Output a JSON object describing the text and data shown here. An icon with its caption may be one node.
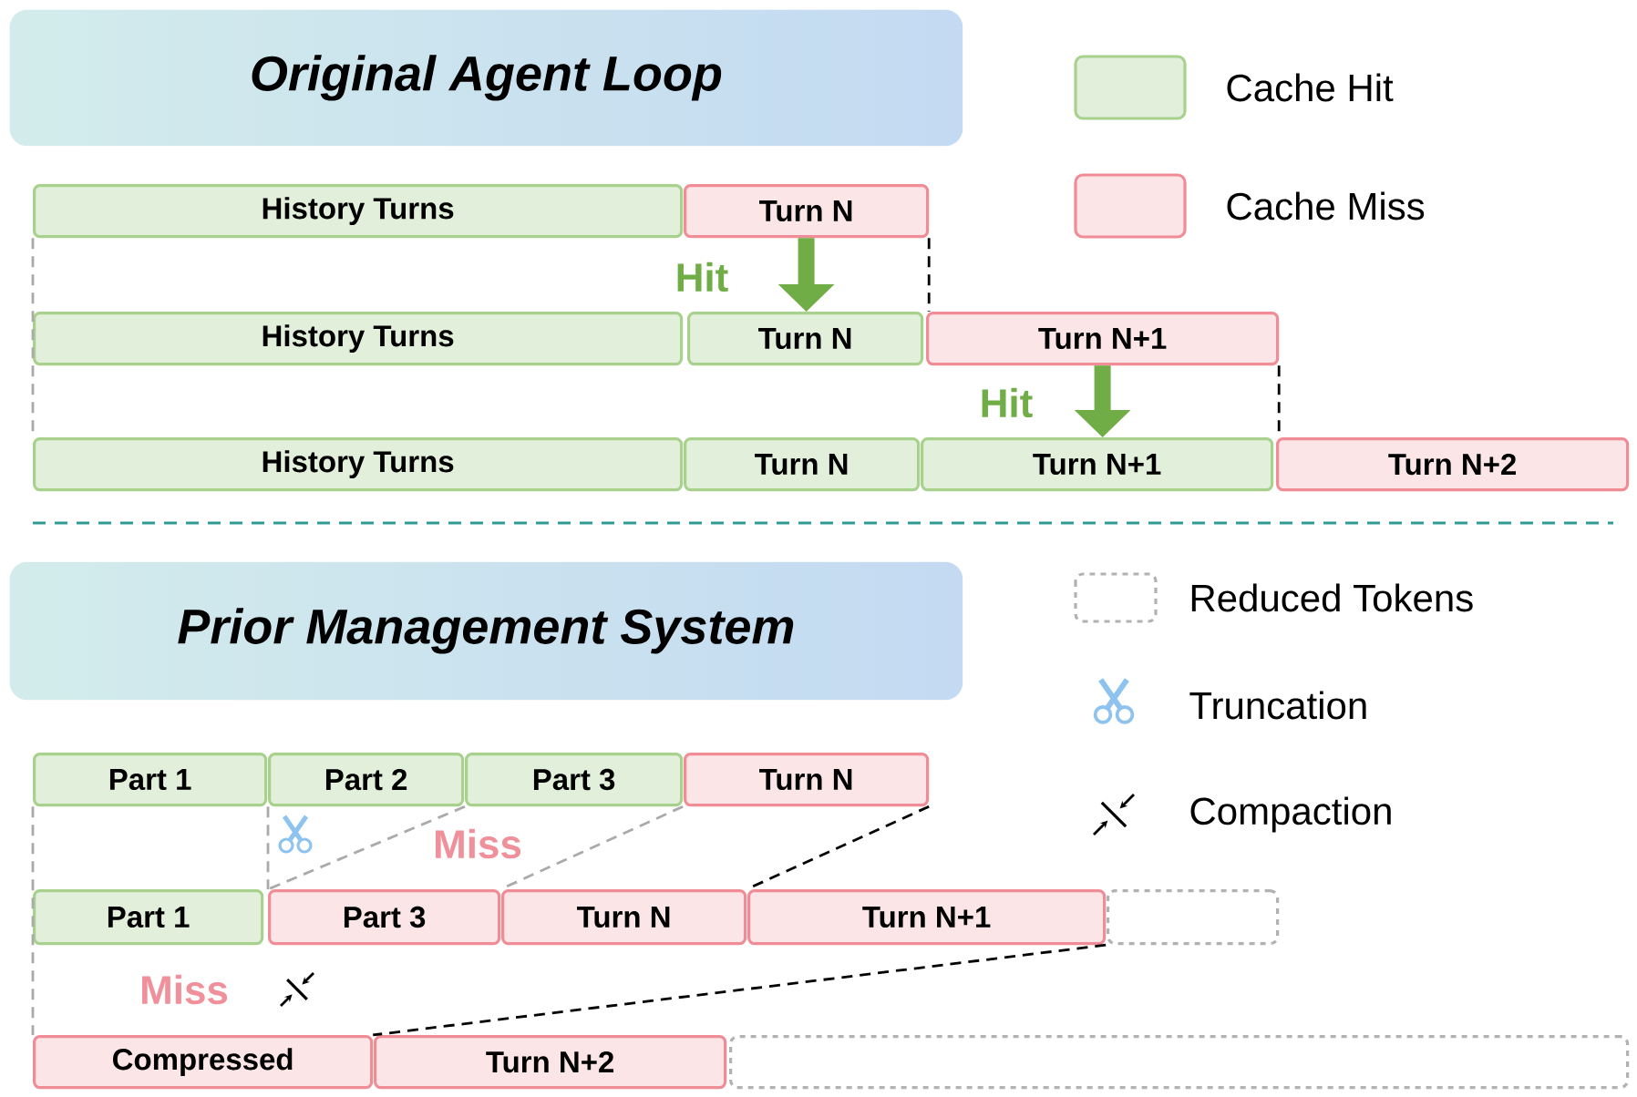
{
  "diagram": {
    "nodes": [
      {
        "text": [
          "Original Agent Loop"
        ]
      },
      {
        "text": [
          "History Turns"
        ]
      },
      {
        "text": [
          "Turn N"
        ]
      },
      {
        "text": [
          "History Turns"
        ]
      },
      {
        "text": [
          "Turn N"
        ]
      },
      {
        "text": [
          "Turn N+1"
        ]
      },
      {
        "text": [
          "History Turns"
        ]
      },
      {
        "text": [
          "Turn N"
        ]
      },
      {
        "text": [
          "Turn N+1"
        ]
      },
      {
        "text": [
          "Turn N+2"
        ]
      },
      {
        "text": [
          "Prior Management System"
        ]
      },
      {
        "text": [
          "Part 1"
        ]
      },
      {
        "text": [
          "Part 2"
        ]
      },
      {
        "text": [
          "Part 3"
        ]
      },
      {
        "text": [
          "Turn N"
        ]
      },
      {
        "text": [
          "Part 1"
        ]
      },
      {
        "text": [
          "Part 3"
        ]
      },
      {
        "text": [
          "Turn N"
        ]
      },
      {
        "text": [
          "Turn N+1"
        ]
      },
      {
        "text": [],
        "shape": "box"
      },
      {
        "text": [
          "Compressed"
        ]
      },
      {
        "text": [
          "Turn N+2"
        ]
      },
      {
        "text": [],
        "shape": "box"
      }
    ],
    "edges": [
      {
        "from": 2,
        "to": 4,
        "arrow": "to",
        "label": "Hit",
        "style": "thick",
        "color": "#70ad47"
      },
      {
        "from": 5,
        "to": 8,
        "arrow": "to",
        "label": "Hit",
        "style": "thick",
        "color": "#70ad47"
      },
      {
        "from": 1,
        "to": 6,
        "arrow": "none",
        "style": "dashed"
      },
      {
        "from": 2,
        "to": 4,
        "arrow": "none",
        "style": "dashed",
        "color": "#000000"
      },
      {
        "from": 5,
        "to": 8,
        "arrow": "none",
        "style": "dashed",
        "color": "#000000"
      },
      {
        "from": 11,
        "to": 20,
        "arrow": "none",
        "style": "dashed"
      },
      {
        "from": 12,
        "to": 16,
        "arrow": "none",
        "style": "dashed"
      },
      {
        "from": 13,
        "to": 16,
        "arrow": "none",
        "style": "dashed"
      },
      {
        "from": 13,
        "to": 16,
        "arrow": "none",
        "style": "dashed"
      },
      {
        "from": 14,
        "to": 17,
        "arrow": "none",
        "style": "dashed",
        "color": "#000000"
      },
      {
        "from": 18,
        "to": 20,
        "arrow": "none",
        "style": "dashed",
        "color": "#000000"
      }
    ],
    "labels": [
      "Miss",
      "Miss"
    ],
    "legend": [
      {
        "text": "Cache Hit",
        "color": "#e2efda"
      },
      {
        "text": "Cache Miss",
        "color": "#fbe5e6"
      },
      {
        "text": "Reduced Tokens"
      },
      {
        "text": "Truncation"
      },
      {
        "text": "Compaction"
      }
    ]
  }
}
